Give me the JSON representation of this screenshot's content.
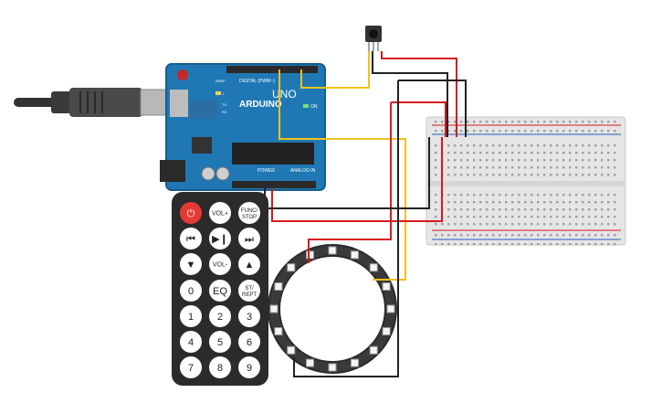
{
  "arduino": {
    "brand": "ARDUINO",
    "model": "UNO",
    "digital_label": "DIGITAL (PWM~)",
    "power_label": "POWER",
    "analog_label": "ANALOG IN",
    "on_label": "ON",
    "l_label": "L",
    "tx_label": "TX",
    "rx_label": "RX",
    "aref_label": "AREF"
  },
  "remote": {
    "buttons": [
      {
        "label": "⏻",
        "name": "remote-power-button"
      },
      {
        "label": "VOL+",
        "name": "remote-volume-up-button"
      },
      {
        "label": "FUNC/\nSTOP",
        "name": "remote-func-stop-button"
      },
      {
        "label": "⏮",
        "name": "remote-previous-button"
      },
      {
        "label": "▶❙",
        "name": "remote-play-pause-button"
      },
      {
        "label": "⏭",
        "name": "remote-next-button"
      },
      {
        "label": "▼",
        "name": "remote-down-button"
      },
      {
        "label": "VOL-",
        "name": "remote-volume-down-button"
      },
      {
        "label": "▲",
        "name": "remote-up-button"
      },
      {
        "label": "0",
        "name": "remote-0-button"
      },
      {
        "label": "EQ",
        "name": "remote-eq-button"
      },
      {
        "label": "ST/\nREPT",
        "name": "remote-st-rept-button"
      },
      {
        "label": "1",
        "name": "remote-1-button"
      },
      {
        "label": "2",
        "name": "remote-2-button"
      },
      {
        "label": "3",
        "name": "remote-3-button"
      },
      {
        "label": "4",
        "name": "remote-4-button"
      },
      {
        "label": "5",
        "name": "remote-5-button"
      },
      {
        "label": "6",
        "name": "remote-6-button"
      },
      {
        "label": "7",
        "name": "remote-7-button"
      },
      {
        "label": "8",
        "name": "remote-8-button"
      },
      {
        "label": "9",
        "name": "remote-9-button"
      }
    ]
  },
  "colors": {
    "board_blue": "#1f78b4",
    "wire_red": "#d71920",
    "wire_black": "#222222",
    "wire_yellow": "#f2c21b",
    "remote_body": "#2b2b2b",
    "power_button": "#e53935"
  }
}
